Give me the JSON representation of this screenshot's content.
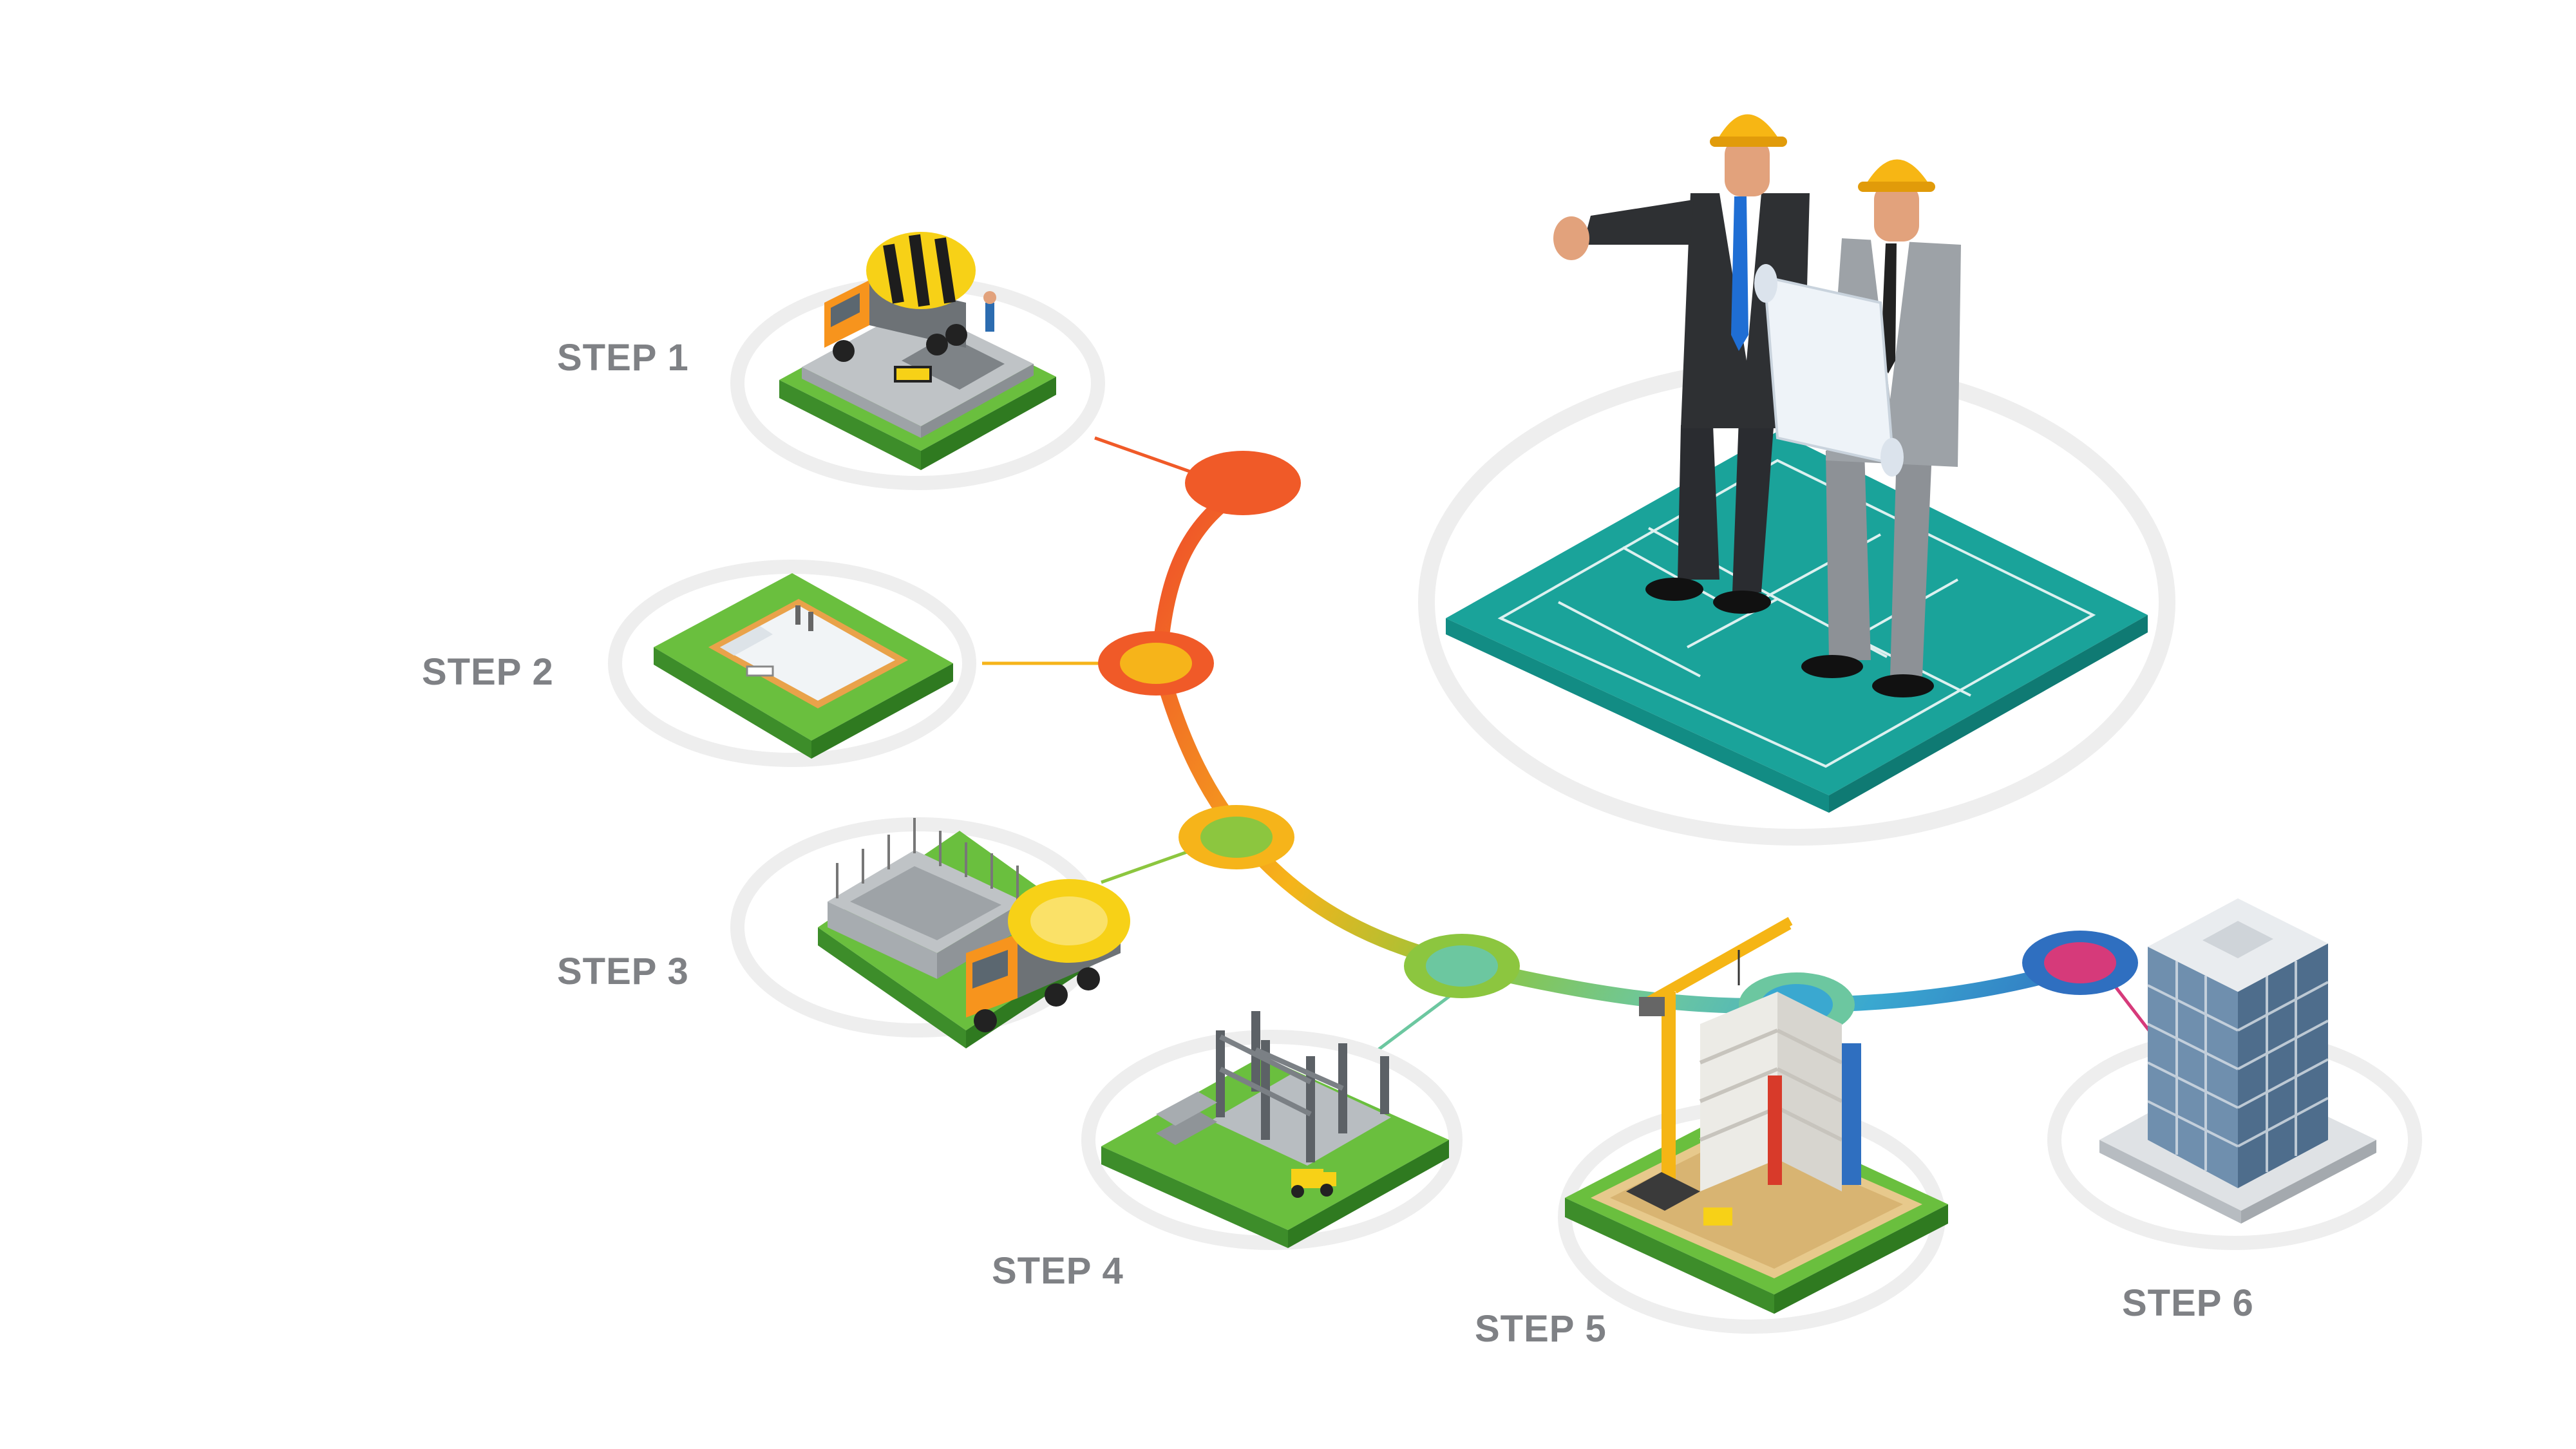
{
  "steps": [
    {
      "label": "STEP 1",
      "color": "#f05a28"
    },
    {
      "label": "STEP 2",
      "color": "#f6b41a"
    },
    {
      "label": "STEP 3",
      "color": "#8cc63f"
    },
    {
      "label": "STEP 4",
      "color": "#6cc7a0"
    },
    {
      "label": "STEP 5",
      "color": "#3aa8d0"
    },
    {
      "label": "STEP 6",
      "color": "#d63a7a"
    }
  ],
  "colors": {
    "label_text": "#7f8185",
    "platform_ring": "#eeeeee",
    "blueprint": "#1aa39a",
    "grass": "#6abf3e",
    "helmet": "#f7b614"
  },
  "icons": {
    "step1": "concrete-mixer-site-icon",
    "step2": "foundation-formwork-icon",
    "step3": "concrete-pour-icon",
    "step4": "steel-frame-icon",
    "step5": "crane-construction-icon",
    "step6": "office-building-icon",
    "hero": "engineers-blueprint-icon"
  }
}
